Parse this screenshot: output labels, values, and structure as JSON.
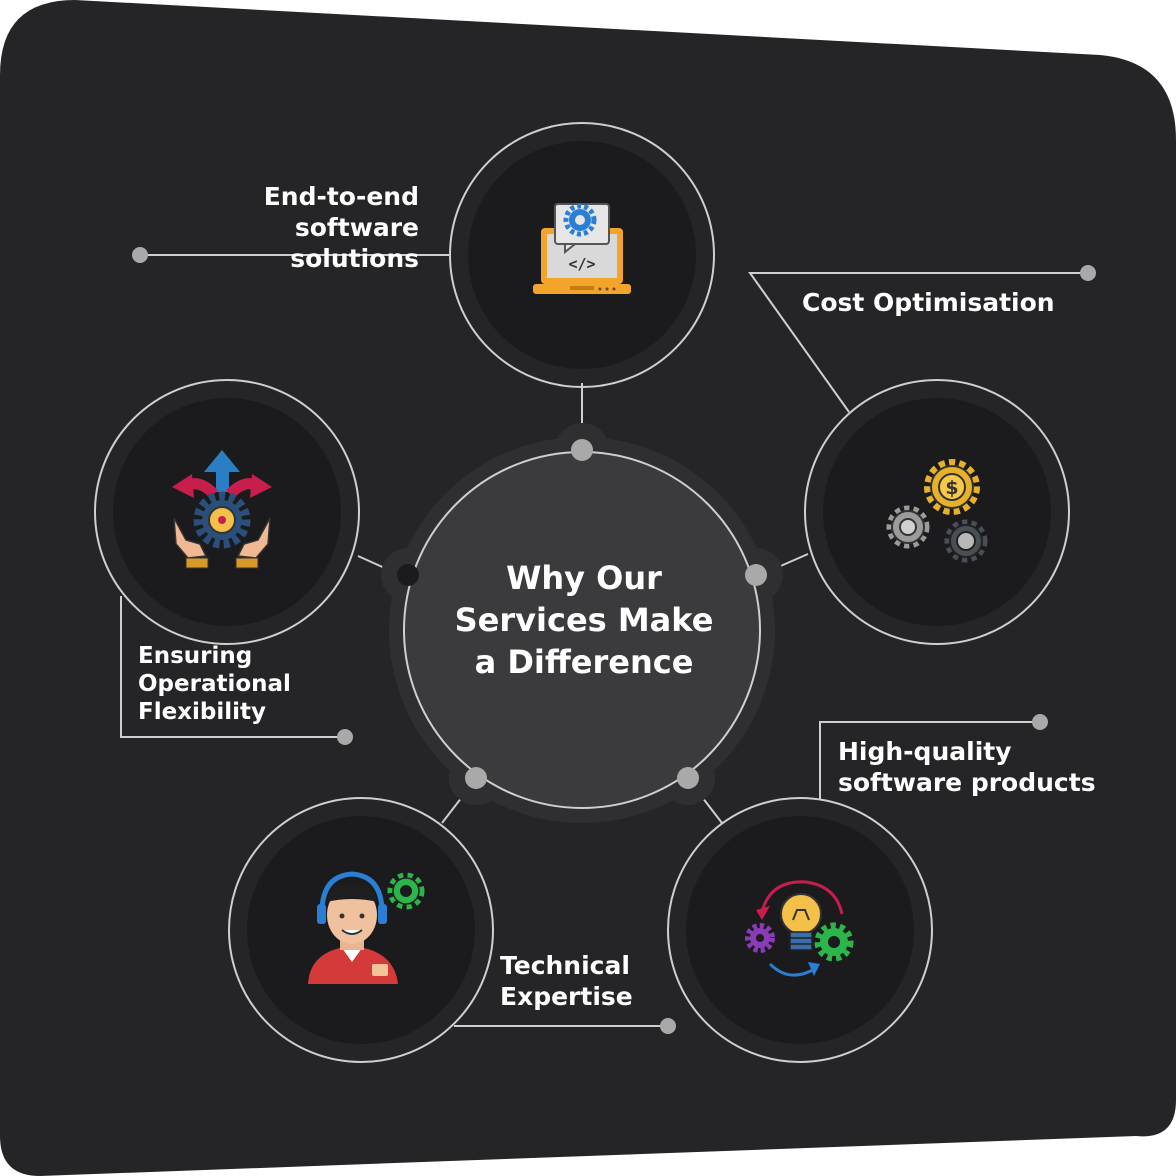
{
  "center": {
    "title": "Why Our\nServices Make\na Difference"
  },
  "services": [
    {
      "id": "end-to-end",
      "label": "End-to-end\nsoftware solutions",
      "icon": "laptop-code-icon"
    },
    {
      "id": "cost-optimisation",
      "label": "Cost Optimisation",
      "icon": "dollar-gears-icon"
    },
    {
      "id": "operational-flexibility",
      "label": "Ensuring\nOperational\nFlexibility",
      "icon": "hands-gear-arrows-icon"
    },
    {
      "id": "high-quality",
      "label": "High-quality\nsoftware products",
      "icon": "lightbulb-gears-icon"
    },
    {
      "id": "technical-expertise",
      "label": "Technical\nExpertise",
      "icon": "support-agent-icon"
    }
  ],
  "colors": {
    "background": "#252528",
    "circle_fill": "#1b1b1d",
    "ring": "#cfcfcf",
    "center_fill": "#3b3b3e",
    "dot": "#a9a9a9",
    "text": "#ffffff"
  }
}
